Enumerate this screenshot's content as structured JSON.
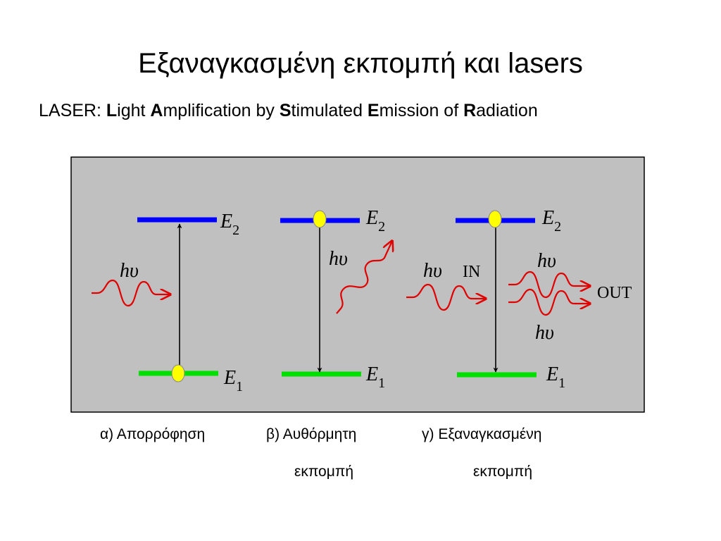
{
  "title": "Εξαναγκασμένη εκπομπή και lasers",
  "subtitle": {
    "prefix": "LASER: ",
    "parts": [
      {
        "initial": "L",
        "rest": "ight "
      },
      {
        "initial": "A",
        "rest": "mplification by "
      },
      {
        "initial": "S",
        "rest": "timulated "
      },
      {
        "initial": "E",
        "rest": "mission of "
      },
      {
        "initial": "R",
        "rest": "adiation"
      }
    ]
  },
  "diagram": {
    "level_letter": "E",
    "upper_index": "2",
    "lower_index": "1",
    "photon_label": "hυ",
    "in_label": "IN",
    "out_label": "OUT",
    "colors": {
      "panel": "#c0c0c0",
      "upper_level": "#0000ff",
      "lower_level": "#00e000",
      "electron": "#ffff00",
      "photon": "#e00000"
    }
  },
  "captions": {
    "a_line1": "α) Απορρόφηση",
    "b_line1": "β) Αυθόρμητη",
    "b_line2": "εκπομπή",
    "c_line1": "γ) Εξαναγκασμένη",
    "c_line2": "εκπομπή"
  }
}
